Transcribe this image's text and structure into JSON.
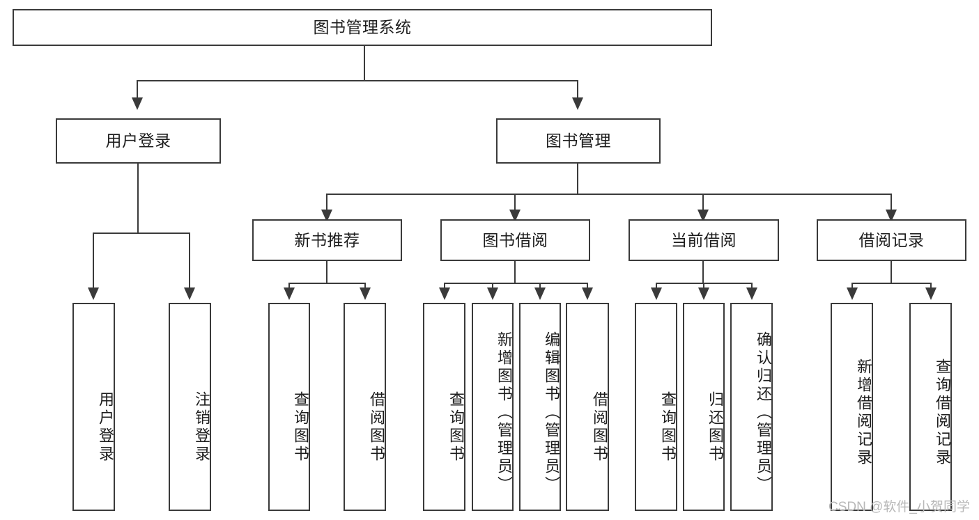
{
  "diagram": {
    "title": "图书管理系统",
    "type": "tree",
    "root": {
      "id": "root",
      "label": "图书管理系统",
      "orientation": "horizontal"
    },
    "level1": [
      {
        "id": "user-login",
        "label": "用户登录",
        "orientation": "horizontal"
      },
      {
        "id": "book-management",
        "label": "图书管理",
        "orientation": "horizontal"
      }
    ],
    "level2": [
      {
        "id": "new-book-recommend",
        "label": "新书推荐",
        "parent": "book-management",
        "orientation": "horizontal"
      },
      {
        "id": "book-borrow",
        "label": "图书借阅",
        "parent": "book-management",
        "orientation": "horizontal"
      },
      {
        "id": "current-borrow",
        "label": "当前借阅",
        "parent": "book-management",
        "orientation": "horizontal"
      },
      {
        "id": "borrow-record",
        "label": "借阅记录",
        "parent": "book-management",
        "orientation": "horizontal"
      }
    ],
    "leaves": [
      {
        "id": "leaf-user-login",
        "label": "用户登录",
        "parent": "user-login",
        "orientation": "vertical"
      },
      {
        "id": "leaf-logout",
        "label": "注销登录",
        "parent": "user-login",
        "orientation": "vertical"
      },
      {
        "id": "leaf-query-book-1",
        "label": "查询图书",
        "parent": "new-book-recommend",
        "orientation": "vertical"
      },
      {
        "id": "leaf-borrow-book-1",
        "label": "借阅图书",
        "parent": "new-book-recommend",
        "orientation": "vertical"
      },
      {
        "id": "leaf-query-book-2",
        "label": "查询图书",
        "parent": "book-borrow",
        "orientation": "vertical"
      },
      {
        "id": "leaf-add-book",
        "label": "新增图书（管理员）",
        "parent": "book-borrow",
        "orientation": "vertical"
      },
      {
        "id": "leaf-edit-book",
        "label": "编辑图书（管理员）",
        "parent": "book-borrow",
        "orientation": "vertical"
      },
      {
        "id": "leaf-borrow-book-2",
        "label": "借阅图书",
        "parent": "book-borrow",
        "orientation": "vertical"
      },
      {
        "id": "leaf-query-book-3",
        "label": "查询图书",
        "parent": "current-borrow",
        "orientation": "vertical"
      },
      {
        "id": "leaf-return-book",
        "label": "归还图书",
        "parent": "current-borrow",
        "orientation": "vertical"
      },
      {
        "id": "leaf-confirm-return",
        "label": "确认归还（管理员）",
        "parent": "current-borrow",
        "orientation": "vertical"
      },
      {
        "id": "leaf-add-record",
        "label": "新增借阅记录",
        "parent": "borrow-record",
        "orientation": "vertical"
      },
      {
        "id": "leaf-query-record",
        "label": "查询借阅记录",
        "parent": "borrow-record",
        "orientation": "vertical"
      }
    ]
  },
  "watermark": {
    "text": "CSDN @软件_小贺同学"
  },
  "colors": {
    "stroke": "#3a3a3a",
    "background": "#ffffff",
    "text": "#1d1d1d",
    "watermark": "#b8b8b8"
  }
}
